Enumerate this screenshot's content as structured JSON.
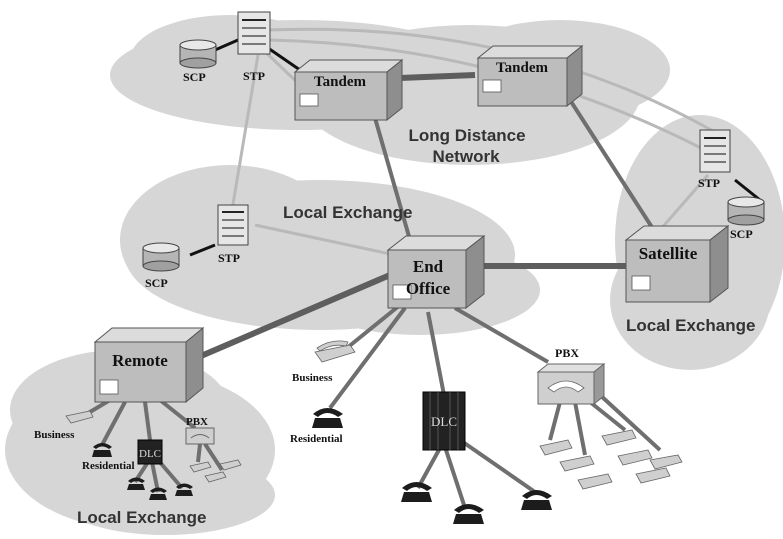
{
  "nodes": {
    "tandem_left": "Tandem",
    "tandem_right": "Tandem",
    "end_office_line1": "End",
    "end_office_line2": "Office",
    "satellite": "Satellite",
    "remote": "Remote",
    "dlc_center": "DLC",
    "dlc_left": "DLC",
    "pbx_center": "PBX",
    "pbx_left": "PBX",
    "stp_top": "STP",
    "stp_mid": "STP",
    "stp_right": "STP",
    "scp_top": "SCP",
    "scp_mid": "SCP",
    "scp_right": "SCP"
  },
  "regions": {
    "long_distance_line1": "Long Distance",
    "long_distance_line2": "Network",
    "local_exchange_center": "Local Exchange",
    "local_exchange_right": "Local Exchange",
    "local_exchange_bottom": "Local Exchange"
  },
  "subscribers": {
    "business_center": "Business",
    "residential_center": "Residential",
    "business_left": "Business",
    "residential_left": "Residential"
  }
}
